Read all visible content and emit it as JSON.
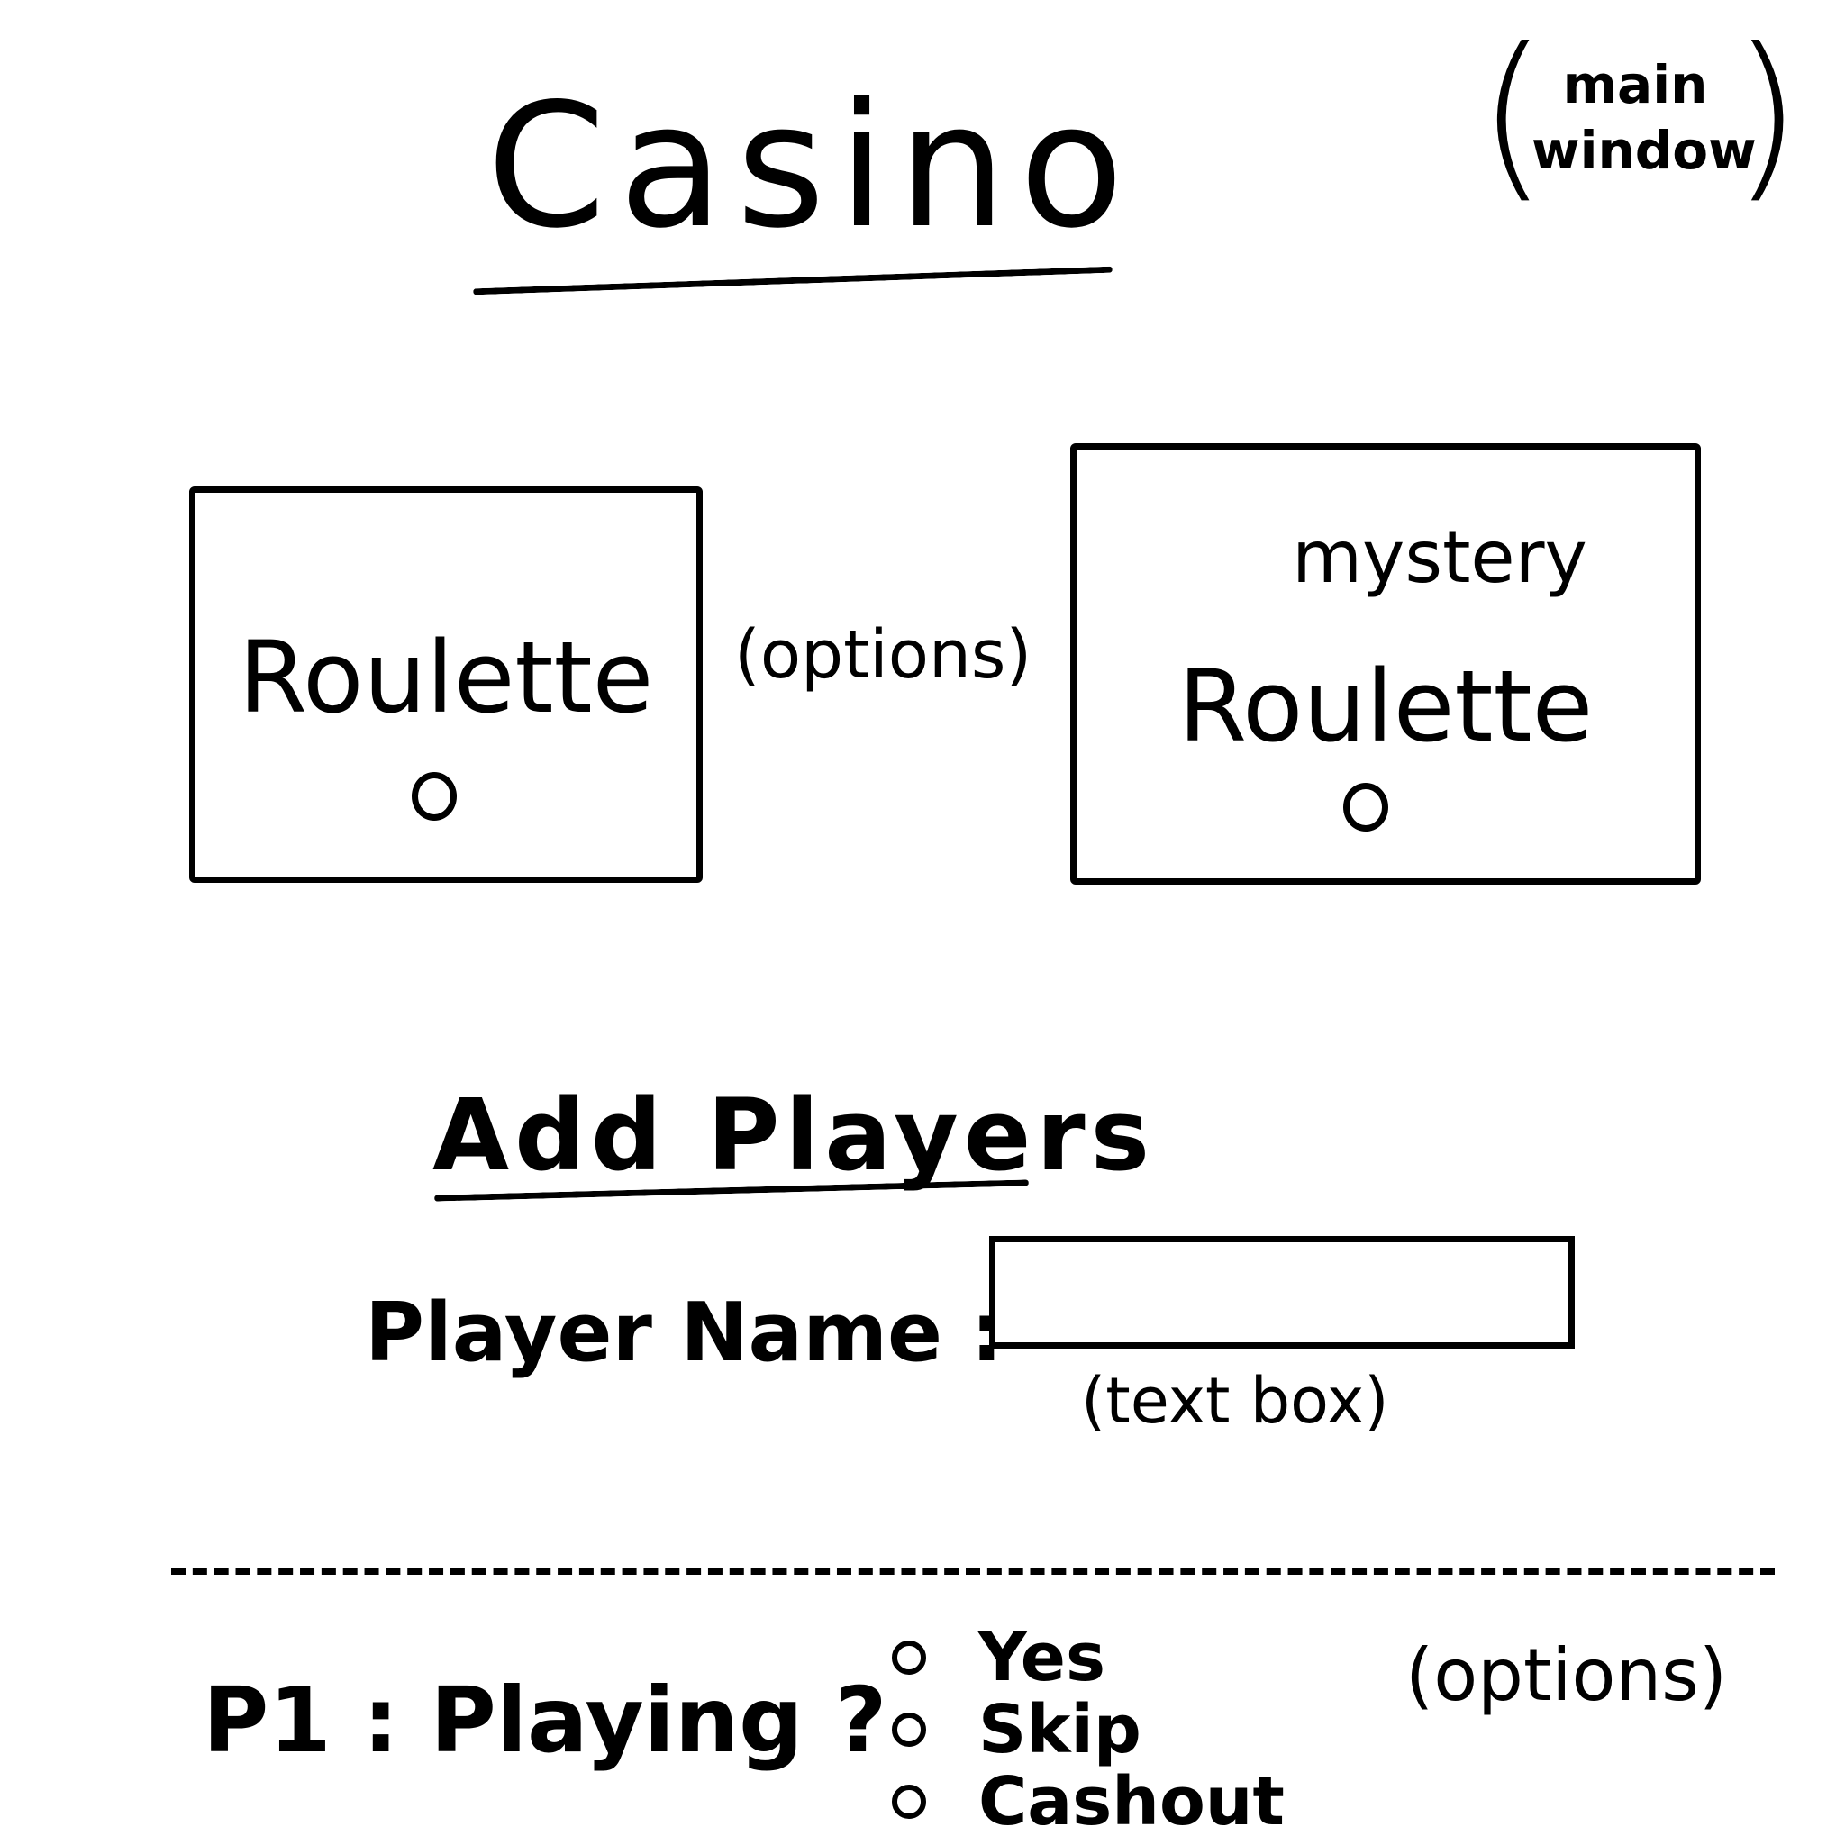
{
  "header": {
    "title": "Casino",
    "note": "(main window)",
    "note_line1": "main",
    "note_line2": "window"
  },
  "games": {
    "options_note": "(options)",
    "roulette": {
      "label": "Roulette"
    },
    "mystery_roulette": {
      "sub_label": "mystery",
      "label": "Roulette"
    }
  },
  "add_players": {
    "title": "Add Players",
    "player_name_label": "Player Name :",
    "player_name_value": "",
    "text_box_note": "(text box)"
  },
  "turn": {
    "prompt": "P1 : Playing ?",
    "choices": [
      {
        "label": "Yes"
      },
      {
        "label": "Skip"
      },
      {
        "label": "Cashout"
      }
    ],
    "options_note": "(options)"
  }
}
